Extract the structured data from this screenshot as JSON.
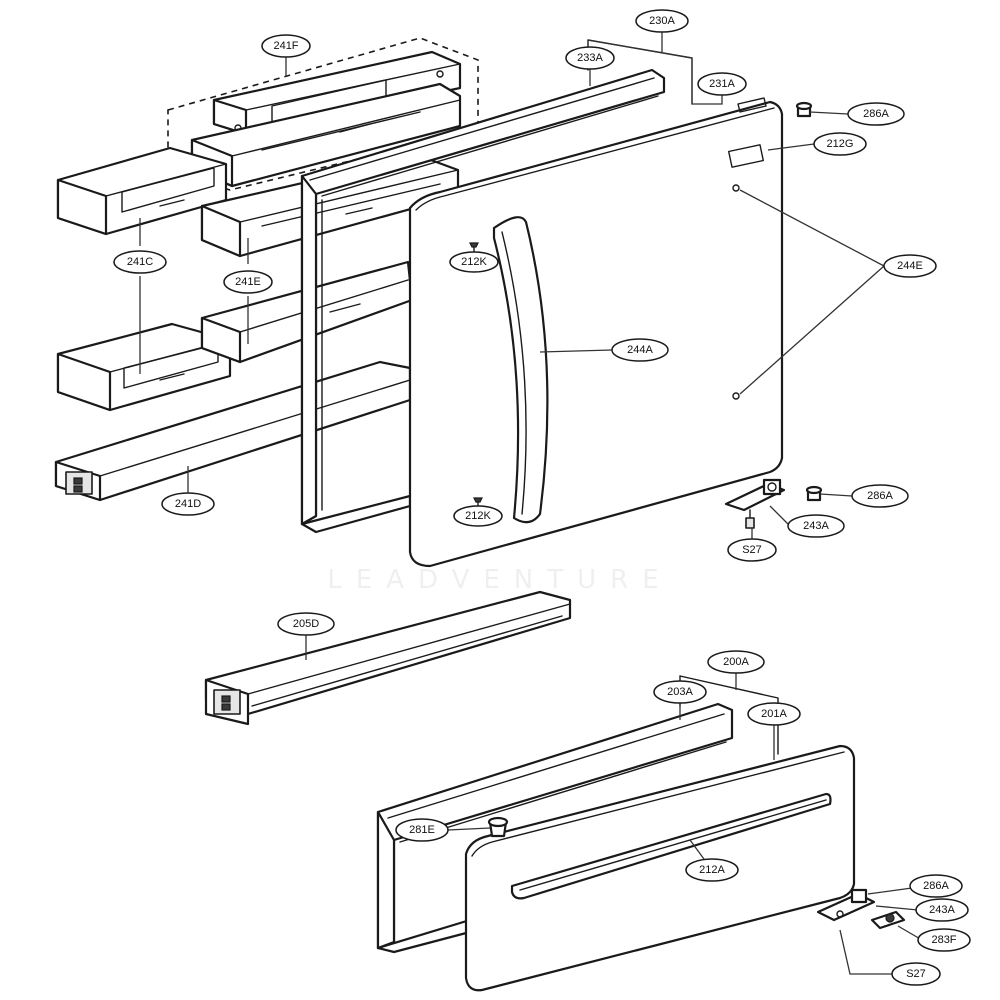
{
  "diagram": {
    "watermark": "LEADVENTURE",
    "callouts": [
      {
        "id": "230A",
        "label": "230A"
      },
      {
        "id": "241F",
        "label": "241F"
      },
      {
        "id": "233A",
        "label": "233A"
      },
      {
        "id": "231A",
        "label": "231A"
      },
      {
        "id": "286A-1",
        "label": "286A"
      },
      {
        "id": "212G",
        "label": "212G"
      },
      {
        "id": "244E",
        "label": "244E"
      },
      {
        "id": "241C",
        "label": "241C"
      },
      {
        "id": "212K-1",
        "label": "212K"
      },
      {
        "id": "241E",
        "label": "241E"
      },
      {
        "id": "244A",
        "label": "244A"
      },
      {
        "id": "286A-2",
        "label": "286A"
      },
      {
        "id": "241D",
        "label": "241D"
      },
      {
        "id": "212K-2",
        "label": "212K"
      },
      {
        "id": "243A-1",
        "label": "243A"
      },
      {
        "id": "S27-1",
        "label": "S27"
      },
      {
        "id": "205D",
        "label": "205D"
      },
      {
        "id": "200A",
        "label": "200A"
      },
      {
        "id": "203A",
        "label": "203A"
      },
      {
        "id": "201A",
        "label": "201A"
      },
      {
        "id": "281E",
        "label": "281E"
      },
      {
        "id": "212A",
        "label": "212A"
      },
      {
        "id": "286A-3",
        "label": "286A"
      },
      {
        "id": "243A-2",
        "label": "243A"
      },
      {
        "id": "283F",
        "label": "283F"
      },
      {
        "id": "S27-2",
        "label": "S27"
      }
    ]
  }
}
